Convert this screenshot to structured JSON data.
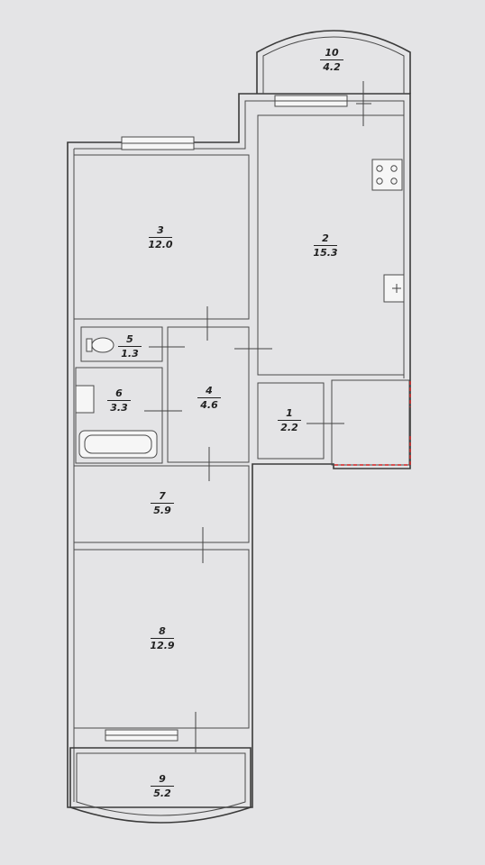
{
  "rooms": [
    {
      "id": "room-1",
      "number": "1",
      "area": "2.2"
    },
    {
      "id": "room-2",
      "number": "2",
      "area": "15.3"
    },
    {
      "id": "room-3",
      "number": "3",
      "area": "12.0"
    },
    {
      "id": "room-4",
      "number": "4",
      "area": "4.6"
    },
    {
      "id": "room-5",
      "number": "5",
      "area": "1.3"
    },
    {
      "id": "room-6",
      "number": "6",
      "area": "3.3"
    },
    {
      "id": "room-7",
      "number": "7",
      "area": "5.9"
    },
    {
      "id": "room-8",
      "number": "8",
      "area": "12.9"
    },
    {
      "id": "room-9",
      "number": "9",
      "area": "5.2"
    },
    {
      "id": "room-10",
      "number": "10",
      "area": "4.2"
    }
  ],
  "colors": {
    "background": "#e4e4e6",
    "wall": "#3a3a3a",
    "marker": "#d42020"
  }
}
